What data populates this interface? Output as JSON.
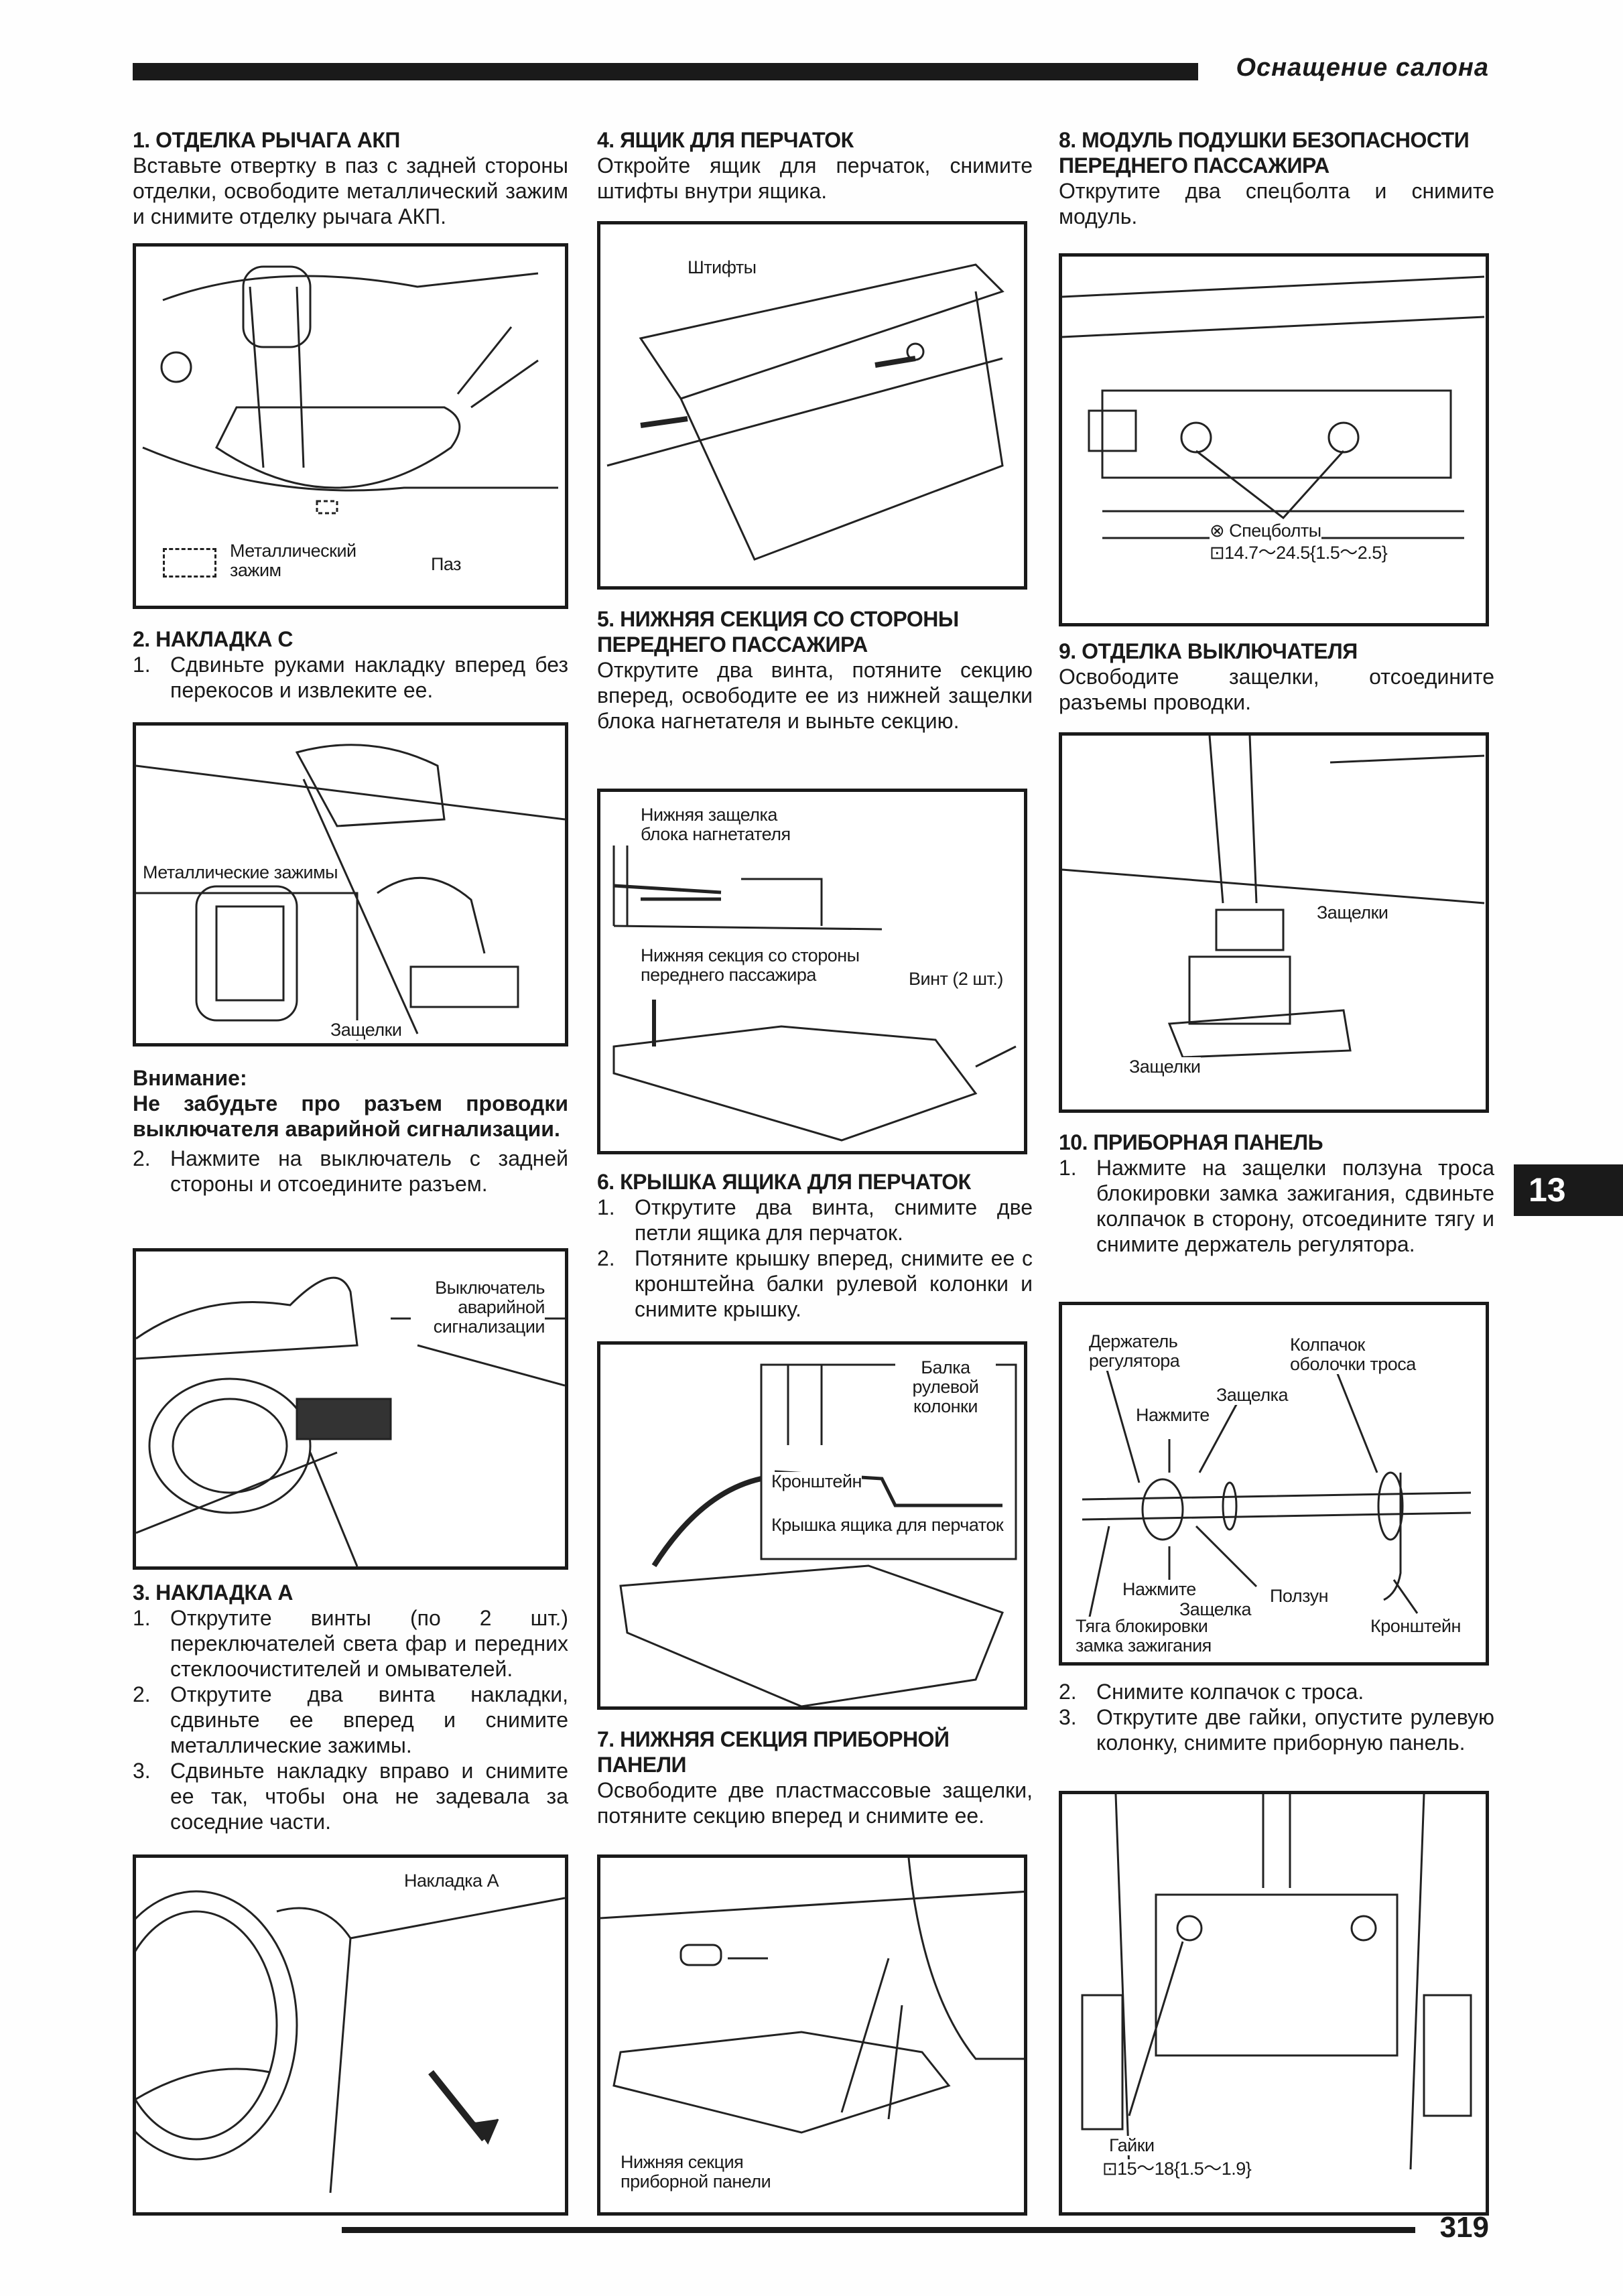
{
  "header": {
    "section": "Оснащение салона"
  },
  "page_number": "319",
  "chapter_tab": "13",
  "col1": {
    "s1": {
      "title": "1.  ОТДЕЛКА РЫЧАГА АКП",
      "text": "Вставьте отвертку в паз с задней стороны отделки, освободите металлический зажим и снимите отделку рычага АКП.",
      "fig": {
        "legend": "Металлический зажим",
        "paz": "Паз"
      }
    },
    "s2": {
      "title": "2.  НАКЛАДКА С",
      "items": [
        {
          "n": "1.",
          "t": "Сдвиньте руками накладку вперед без перекосов и извлеките ее."
        }
      ],
      "fig": {
        "clips": "Металлические зажимы",
        "latches": "Защелки"
      },
      "warning_title": "Внимание:",
      "warning_text": "Не забудьте про разъем проводки выключателя аварийной сигнализации.",
      "items2": [
        {
          "n": "2.",
          "t": "Нажмите на выключатель с задней стороны и отсоедините разъем."
        }
      ],
      "fig2": {
        "switch": "Выключатель аварийной сигнализации"
      }
    },
    "s3": {
      "title": "3.  НАКЛАДКА А",
      "items": [
        {
          "n": "1.",
          "t": "Открутите винты (по 2 шт.) переключателей света фар и передних стеклоочистителей и омывателей."
        },
        {
          "n": "2.",
          "t": "Открутите два винта накладки, сдвиньте ее вперед и снимите металлические зажимы."
        },
        {
          "n": "3.",
          "t": "Сдвиньте накладку вправо и снимите ее так, чтобы она не задевала за соседние части."
        }
      ],
      "fig": {
        "label": "Накладка А"
      }
    }
  },
  "col2": {
    "s4": {
      "title": "4.  ЯЩИК ДЛЯ ПЕРЧАТОК",
      "text": "Откройте ящик для перчаток, снимите штифты внутри ящика.",
      "fig": {
        "pins": "Штифты"
      }
    },
    "s5": {
      "title": "5.  НИЖНЯЯ СЕКЦИЯ СО СТОРОНЫ ПЕРЕДНЕГО ПАССАЖИРА",
      "text": "Открутите два винта, потяните секцию вперед, освободите ее из нижней защелки блока нагнетателя и выньте секцию.",
      "fig": {
        "latch": "Нижняя защелка блока нагнетателя",
        "section": "Нижняя секция со стороны переднего пассажира",
        "screw": "Винт (2 шт.)"
      }
    },
    "s6": {
      "title": "6.  КРЫШКА ЯЩИКА ДЛЯ ПЕРЧАТОК",
      "items": [
        {
          "n": "1.",
          "t": "Открутите два винта, снимите две петли ящика для перчаток."
        },
        {
          "n": "2.",
          "t": "Потяните крышку вперед, снимите ее с кронштейна балки рулевой колонки и снимите крышку."
        }
      ],
      "fig": {
        "beam": "Балка рулевой колонки",
        "bracket": "Кронштейн",
        "cover": "Крышка ящика для перчаток"
      }
    },
    "s7": {
      "title": "7.  НИЖНЯЯ СЕКЦИЯ ПРИБОРНОЙ ПАНЕЛИ",
      "text": "Освободите две пластмассовые защелки, потяните секцию вперед и снимите ее.",
      "fig": {
        "label": "Нижняя секция приборной панели"
      }
    }
  },
  "col3": {
    "s8": {
      "title": "8.  МОДУЛЬ ПОДУШКИ БЕЗОПАСНОСТИ ПЕРЕДНЕГО ПАССАЖИРА",
      "text": "Открутите два спецболта и снимите модуль.",
      "fig": {
        "bolts": "Спецболты",
        "torque": "14.7～24.5{1.5～2.5}"
      }
    },
    "s9": {
      "title": "9.  ОТДЕЛКА ВЫКЛЮЧАТЕЛЯ",
      "text": "Освободите защелки, отсоедините разъемы проводки.",
      "fig": {
        "latch1": "Защелки",
        "latch2": "Защелки"
      }
    },
    "s10": {
      "title": "10. ПРИБОРНАЯ ПАНЕЛЬ",
      "items": [
        {
          "n": "1.",
          "t": "Нажмите на защелки ползуна троса блокировки замка зажигания, сдвиньте колпачок в сторону, отсоедините тягу и снимите держатель регулятора."
        }
      ],
      "fig": {
        "holder": "Держатель регулятора",
        "cap": "Колпачок оболочки троса",
        "latch_top": "Защелка",
        "press_top": "Нажмите",
        "press_bottom": "Нажмите",
        "latch_bottom": "Защелка",
        "slider": "Ползун",
        "rod": "Тяга блокировки замка зажигания",
        "bracket": "Кронштейн"
      },
      "items2": [
        {
          "n": "2.",
          "t": "Снимите колпачок с троса."
        },
        {
          "n": "3.",
          "t": "Открутите две гайки, опустите рулевую колонку, снимите приборную панель."
        }
      ],
      "fig2": {
        "nuts": "Гайки",
        "torque": "15～18{1.5～1.9}"
      }
    }
  }
}
